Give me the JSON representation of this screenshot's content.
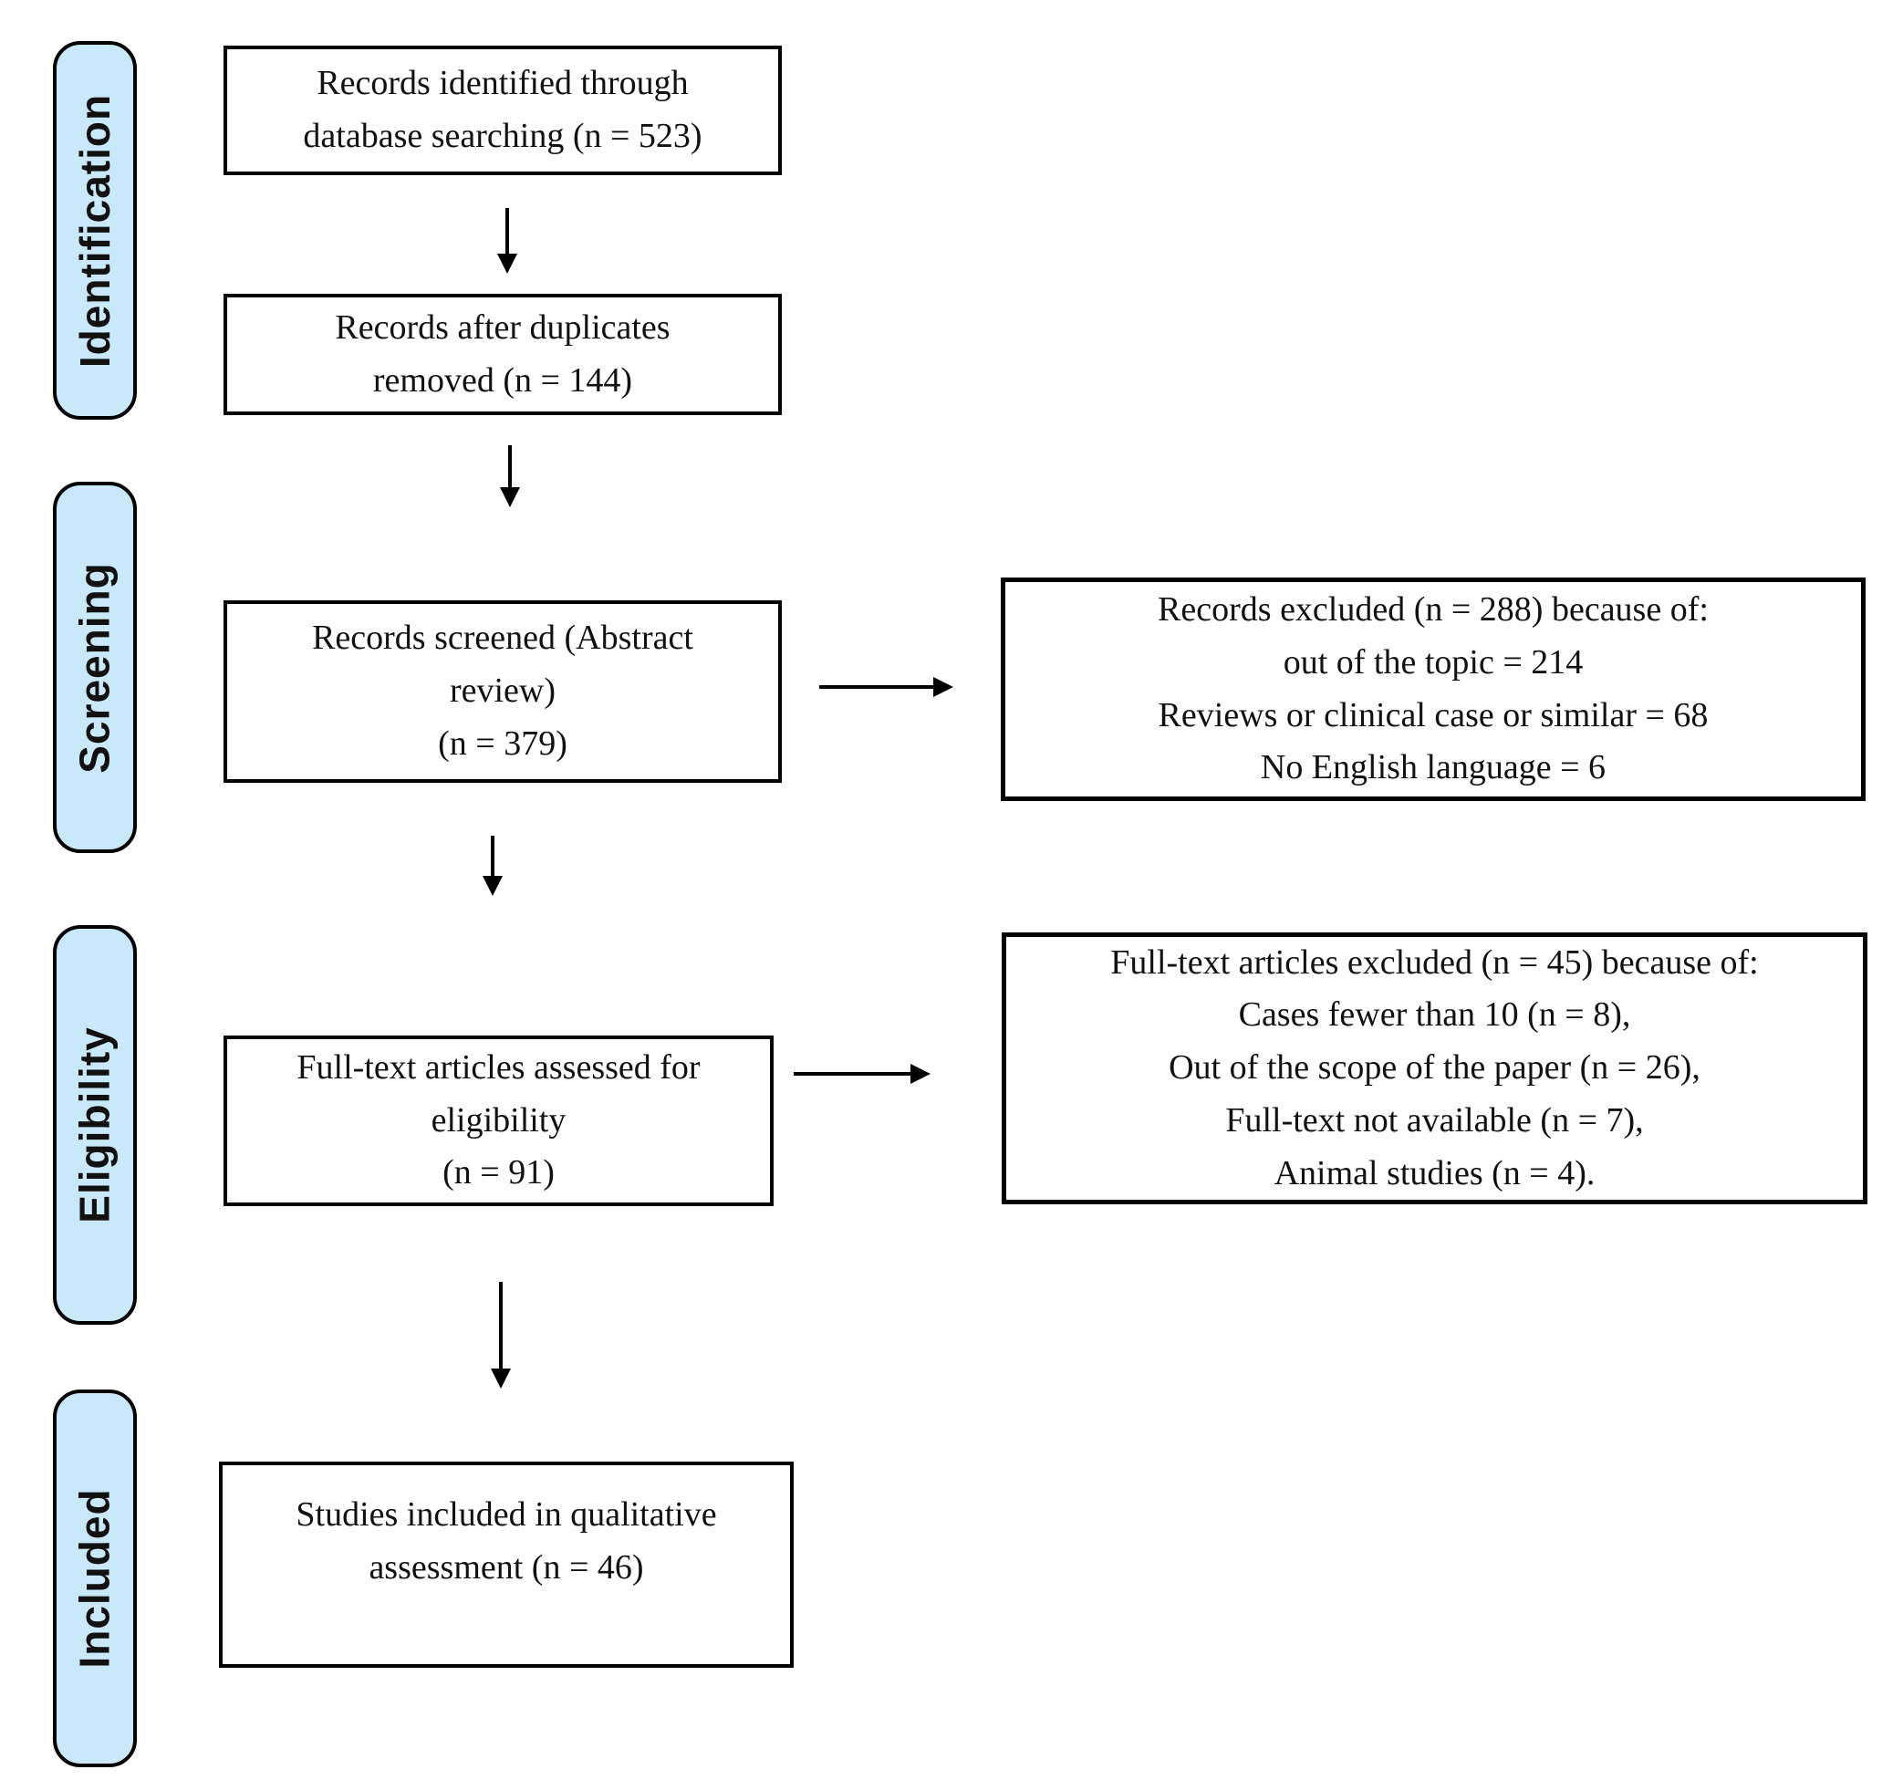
{
  "colors": {
    "stage_fill": "#c9e8fa",
    "outline": "#000000",
    "text": "#111111",
    "background": "#ffffff"
  },
  "stages": [
    {
      "label": "Identification"
    },
    {
      "label": "Screening"
    },
    {
      "label": "Eligibility"
    },
    {
      "label": "Included"
    }
  ],
  "main_boxes": [
    {
      "lines": [
        "Records identified through",
        "database searching (n = 523)"
      ]
    },
    {
      "lines": [
        "Records after duplicates",
        "removed (n = 144)"
      ]
    },
    {
      "lines": [
        "Records screened (Abstract",
        "review)",
        "(n = 379)"
      ]
    },
    {
      "lines": [
        "Full-text articles assessed for",
        "eligibility",
        "(n = 91)"
      ]
    },
    {
      "lines": [
        "Studies included in qualitative",
        "assessment (n = 46)"
      ]
    }
  ],
  "exclusion_boxes": [
    {
      "lines": [
        "Records excluded (n = 288) because of:",
        "out of the topic = 214",
        "Reviews or clinical case or similar = 68",
        "No English language = 6"
      ]
    },
    {
      "lines": [
        "Full-text articles excluded (n = 45) because of:",
        "Cases fewer than 10 (n = 8),",
        "Out of the scope of the paper (n = 26),",
        "Full-text not available (n = 7),",
        "Animal studies (n = 4)."
      ]
    }
  ]
}
